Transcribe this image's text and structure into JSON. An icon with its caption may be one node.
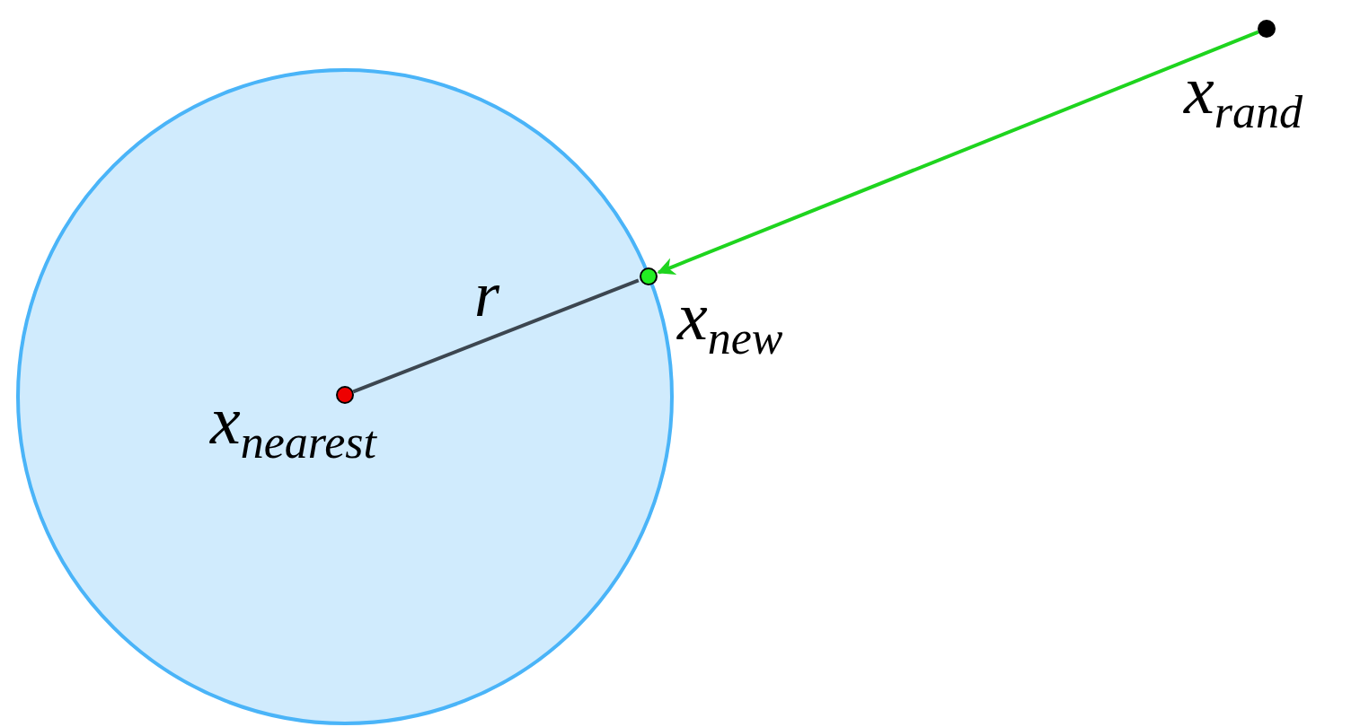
{
  "diagram": {
    "nodes": [
      {
        "text": [
          "x$_{nearest}$"
        ]
      },
      {
        "text": [
          "x$_{new}$"
        ]
      },
      {
        "text": [
          "x$_{rand}$"
        ]
      }
    ],
    "edges": [
      {
        "from": 0,
        "to": 1,
        "arrow": "none",
        "label": "r"
      },
      {
        "from": 2,
        "to": 1,
        "arrow": "to",
        "color": "#1ed41e"
      }
    ]
  }
}
